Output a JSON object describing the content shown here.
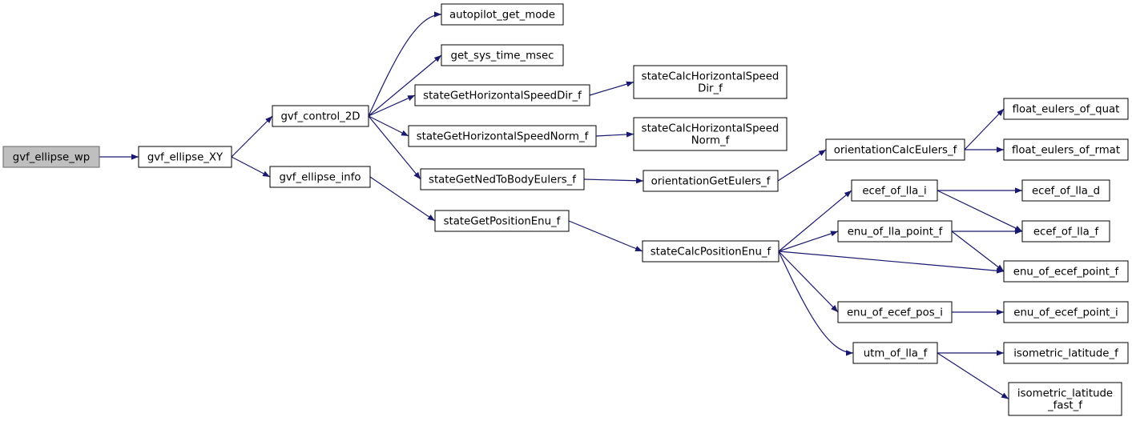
{
  "colors": {
    "edge": "#191970",
    "root_fill": "#bfbfbf",
    "node_fill": "#ffffff"
  },
  "nodes": [
    {
      "id": "gvf_ellipse_wp",
      "lines": [
        "gvf_ellipse_wp"
      ],
      "root": true
    },
    {
      "id": "gvf_ellipse_XY",
      "lines": [
        "gvf_ellipse_XY"
      ]
    },
    {
      "id": "gvf_control_2D",
      "lines": [
        "gvf_control_2D"
      ]
    },
    {
      "id": "gvf_ellipse_info",
      "lines": [
        "gvf_ellipse_info"
      ]
    },
    {
      "id": "autopilot_get_mode",
      "lines": [
        "autopilot_get_mode"
      ]
    },
    {
      "id": "get_sys_time_msec",
      "lines": [
        "get_sys_time_msec"
      ]
    },
    {
      "id": "stateGetHorizontalSpeedDir_f",
      "lines": [
        "stateGetHorizontalSpeedDir_f"
      ]
    },
    {
      "id": "stateGetHorizontalSpeedNorm_f",
      "lines": [
        "stateGetHorizontalSpeedNorm_f"
      ]
    },
    {
      "id": "stateGetNedToBodyEulers_f",
      "lines": [
        "stateGetNedToBodyEulers_f"
      ]
    },
    {
      "id": "stateGetPositionEnu_f",
      "lines": [
        "stateGetPositionEnu_f"
      ]
    },
    {
      "id": "stateCalcHorizontalSpeedDir_f",
      "lines": [
        "stateCalcHorizontalSpeed",
        "Dir_f"
      ]
    },
    {
      "id": "stateCalcHorizontalSpeedNorm_f",
      "lines": [
        "stateCalcHorizontalSpeed",
        "Norm_f"
      ]
    },
    {
      "id": "orientationGetEulers_f",
      "lines": [
        "orientationGetEulers_f"
      ]
    },
    {
      "id": "stateCalcPositionEnu_f",
      "lines": [
        "stateCalcPositionEnu_f"
      ]
    },
    {
      "id": "orientationCalcEulers_f",
      "lines": [
        "orientationCalcEulers_f"
      ]
    },
    {
      "id": "ecef_of_lla_i",
      "lines": [
        "ecef_of_lla_i"
      ]
    },
    {
      "id": "enu_of_lla_point_f",
      "lines": [
        "enu_of_lla_point_f"
      ]
    },
    {
      "id": "enu_of_ecef_pos_i",
      "lines": [
        "enu_of_ecef_pos_i"
      ]
    },
    {
      "id": "utm_of_lla_f",
      "lines": [
        "utm_of_lla_f"
      ]
    },
    {
      "id": "float_eulers_of_quat",
      "lines": [
        "float_eulers_of_quat"
      ]
    },
    {
      "id": "float_eulers_of_rmat",
      "lines": [
        "float_eulers_of_rmat"
      ]
    },
    {
      "id": "ecef_of_lla_d",
      "lines": [
        "ecef_of_lla_d"
      ]
    },
    {
      "id": "ecef_of_lla_f",
      "lines": [
        "ecef_of_lla_f"
      ]
    },
    {
      "id": "enu_of_ecef_point_f",
      "lines": [
        "enu_of_ecef_point_f"
      ]
    },
    {
      "id": "enu_of_ecef_point_i",
      "lines": [
        "enu_of_ecef_point_i"
      ]
    },
    {
      "id": "isometric_latitude_f",
      "lines": [
        "isometric_latitude_f"
      ]
    },
    {
      "id": "isometric_latitude_fast_f",
      "lines": [
        "isometric_latitude",
        "_fast_f"
      ]
    }
  ],
  "edges": [
    [
      "gvf_ellipse_wp",
      "gvf_ellipse_XY"
    ],
    [
      "gvf_ellipse_XY",
      "gvf_control_2D"
    ],
    [
      "gvf_ellipse_XY",
      "gvf_ellipse_info"
    ],
    [
      "gvf_control_2D",
      "autopilot_get_mode"
    ],
    [
      "gvf_control_2D",
      "get_sys_time_msec"
    ],
    [
      "gvf_control_2D",
      "stateGetHorizontalSpeedDir_f"
    ],
    [
      "gvf_control_2D",
      "stateGetHorizontalSpeedNorm_f"
    ],
    [
      "gvf_control_2D",
      "stateGetNedToBodyEulers_f"
    ],
    [
      "gvf_ellipse_info",
      "stateGetPositionEnu_f"
    ],
    [
      "stateGetHorizontalSpeedDir_f",
      "stateCalcHorizontalSpeedDir_f"
    ],
    [
      "stateGetHorizontalSpeedNorm_f",
      "stateCalcHorizontalSpeedNorm_f"
    ],
    [
      "stateGetNedToBodyEulers_f",
      "orientationGetEulers_f"
    ],
    [
      "stateGetPositionEnu_f",
      "stateCalcPositionEnu_f"
    ],
    [
      "orientationGetEulers_f",
      "orientationCalcEulers_f"
    ],
    [
      "orientationCalcEulers_f",
      "float_eulers_of_quat"
    ],
    [
      "orientationCalcEulers_f",
      "float_eulers_of_rmat"
    ],
    [
      "stateCalcPositionEnu_f",
      "ecef_of_lla_i"
    ],
    [
      "stateCalcPositionEnu_f",
      "enu_of_lla_point_f"
    ],
    [
      "stateCalcPositionEnu_f",
      "enu_of_ecef_point_f"
    ],
    [
      "stateCalcPositionEnu_f",
      "enu_of_ecef_pos_i"
    ],
    [
      "stateCalcPositionEnu_f",
      "utm_of_lla_f"
    ],
    [
      "ecef_of_lla_i",
      "ecef_of_lla_d"
    ],
    [
      "ecef_of_lla_i",
      "ecef_of_lla_f"
    ],
    [
      "enu_of_lla_point_f",
      "ecef_of_lla_f"
    ],
    [
      "enu_of_lla_point_f",
      "enu_of_ecef_point_f"
    ],
    [
      "enu_of_ecef_pos_i",
      "enu_of_ecef_point_i"
    ],
    [
      "utm_of_lla_f",
      "isometric_latitude_f"
    ],
    [
      "utm_of_lla_f",
      "isometric_latitude_fast_f"
    ]
  ]
}
